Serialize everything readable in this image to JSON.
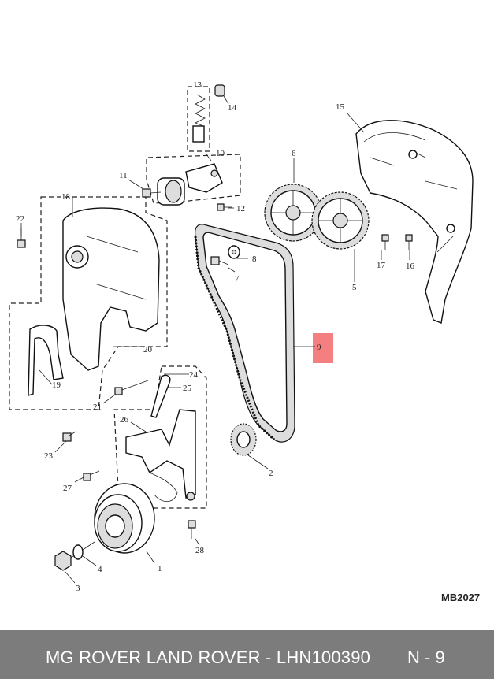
{
  "diagram": {
    "code": "MB2027",
    "highlight_color": "#f47f80",
    "callouts": [
      "1",
      "2",
      "3",
      "4",
      "5",
      "6",
      "7",
      "8",
      "9",
      "10",
      "11",
      "12",
      "13",
      "14",
      "15",
      "16",
      "17",
      "18",
      "19",
      "20",
      "21",
      "22",
      "23",
      "24",
      "25",
      "26",
      "27",
      "28"
    ]
  },
  "footer": {
    "title": "MG ROVER LAND ROVER - LHN100390",
    "code": "N - 9",
    "bg_color": "#7c7c7c"
  }
}
